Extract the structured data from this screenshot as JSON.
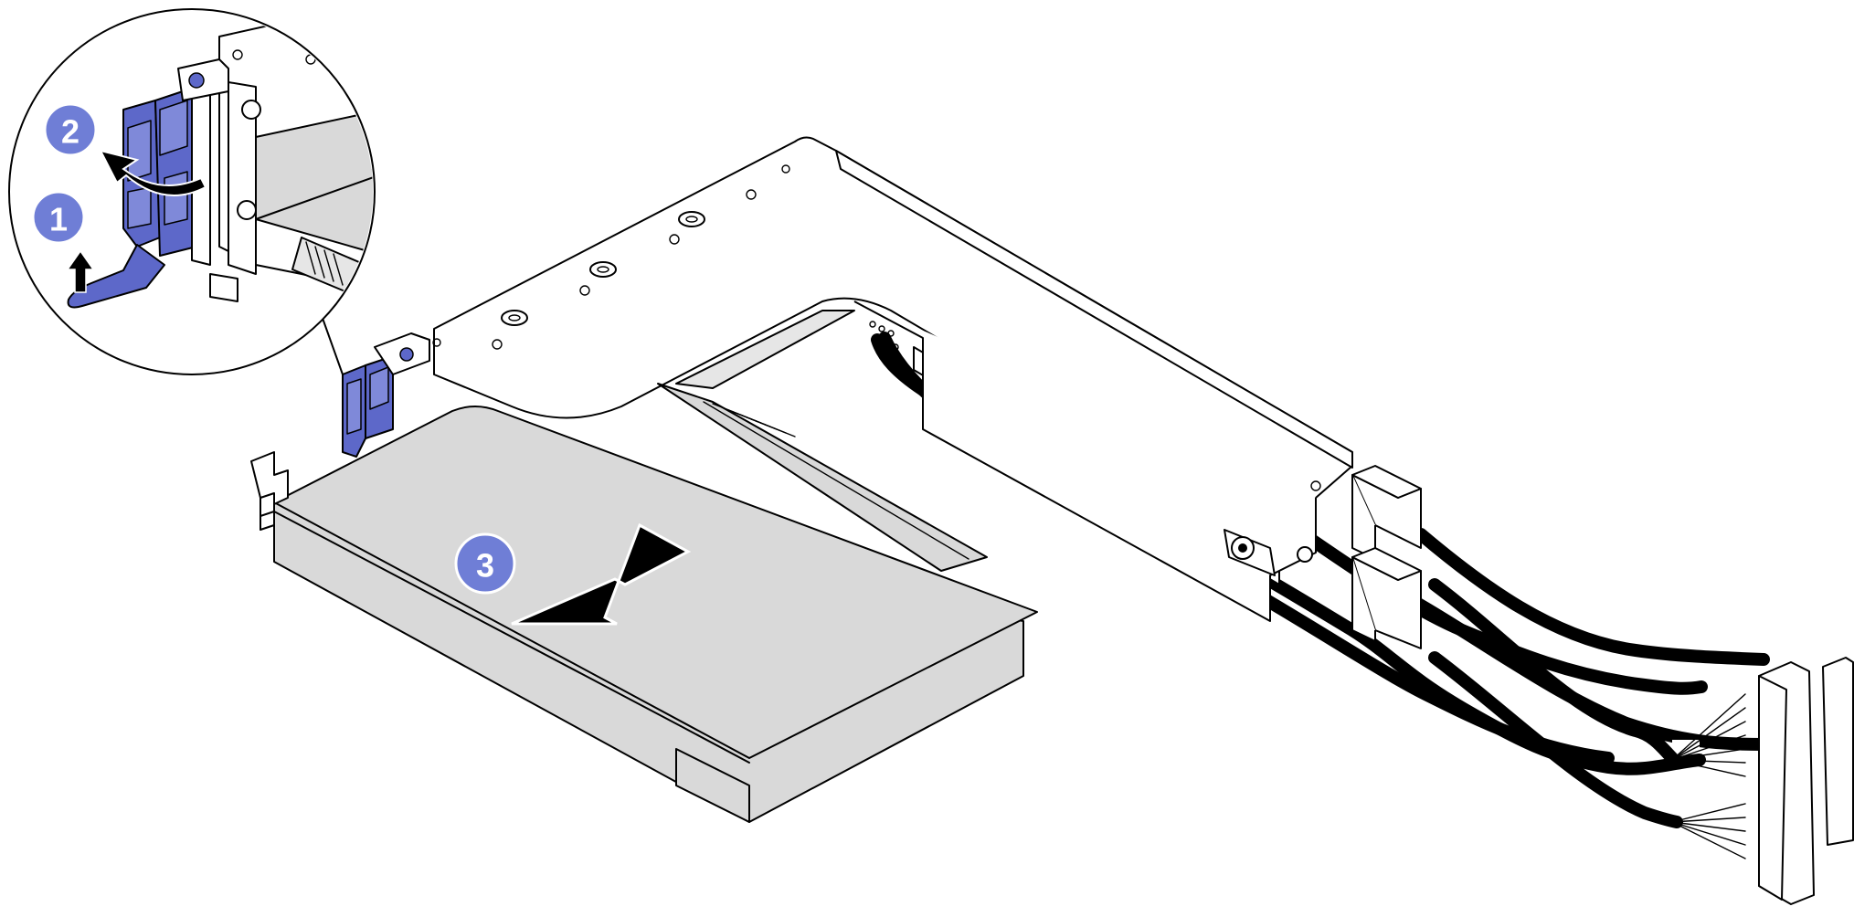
{
  "steps": [
    {
      "number": "1",
      "icon": "lift-up-arrow-icon"
    },
    {
      "number": "2",
      "icon": "rotate-open-arrow-icon"
    },
    {
      "number": "3",
      "icon": "slide-out-arrow-icon"
    }
  ],
  "colors": {
    "step_badge": "#6f7ed6",
    "latch_blue": "#5d68c9",
    "adapter_gray": "#d9d9d9",
    "outline": "#000000",
    "background": "#ffffff"
  }
}
